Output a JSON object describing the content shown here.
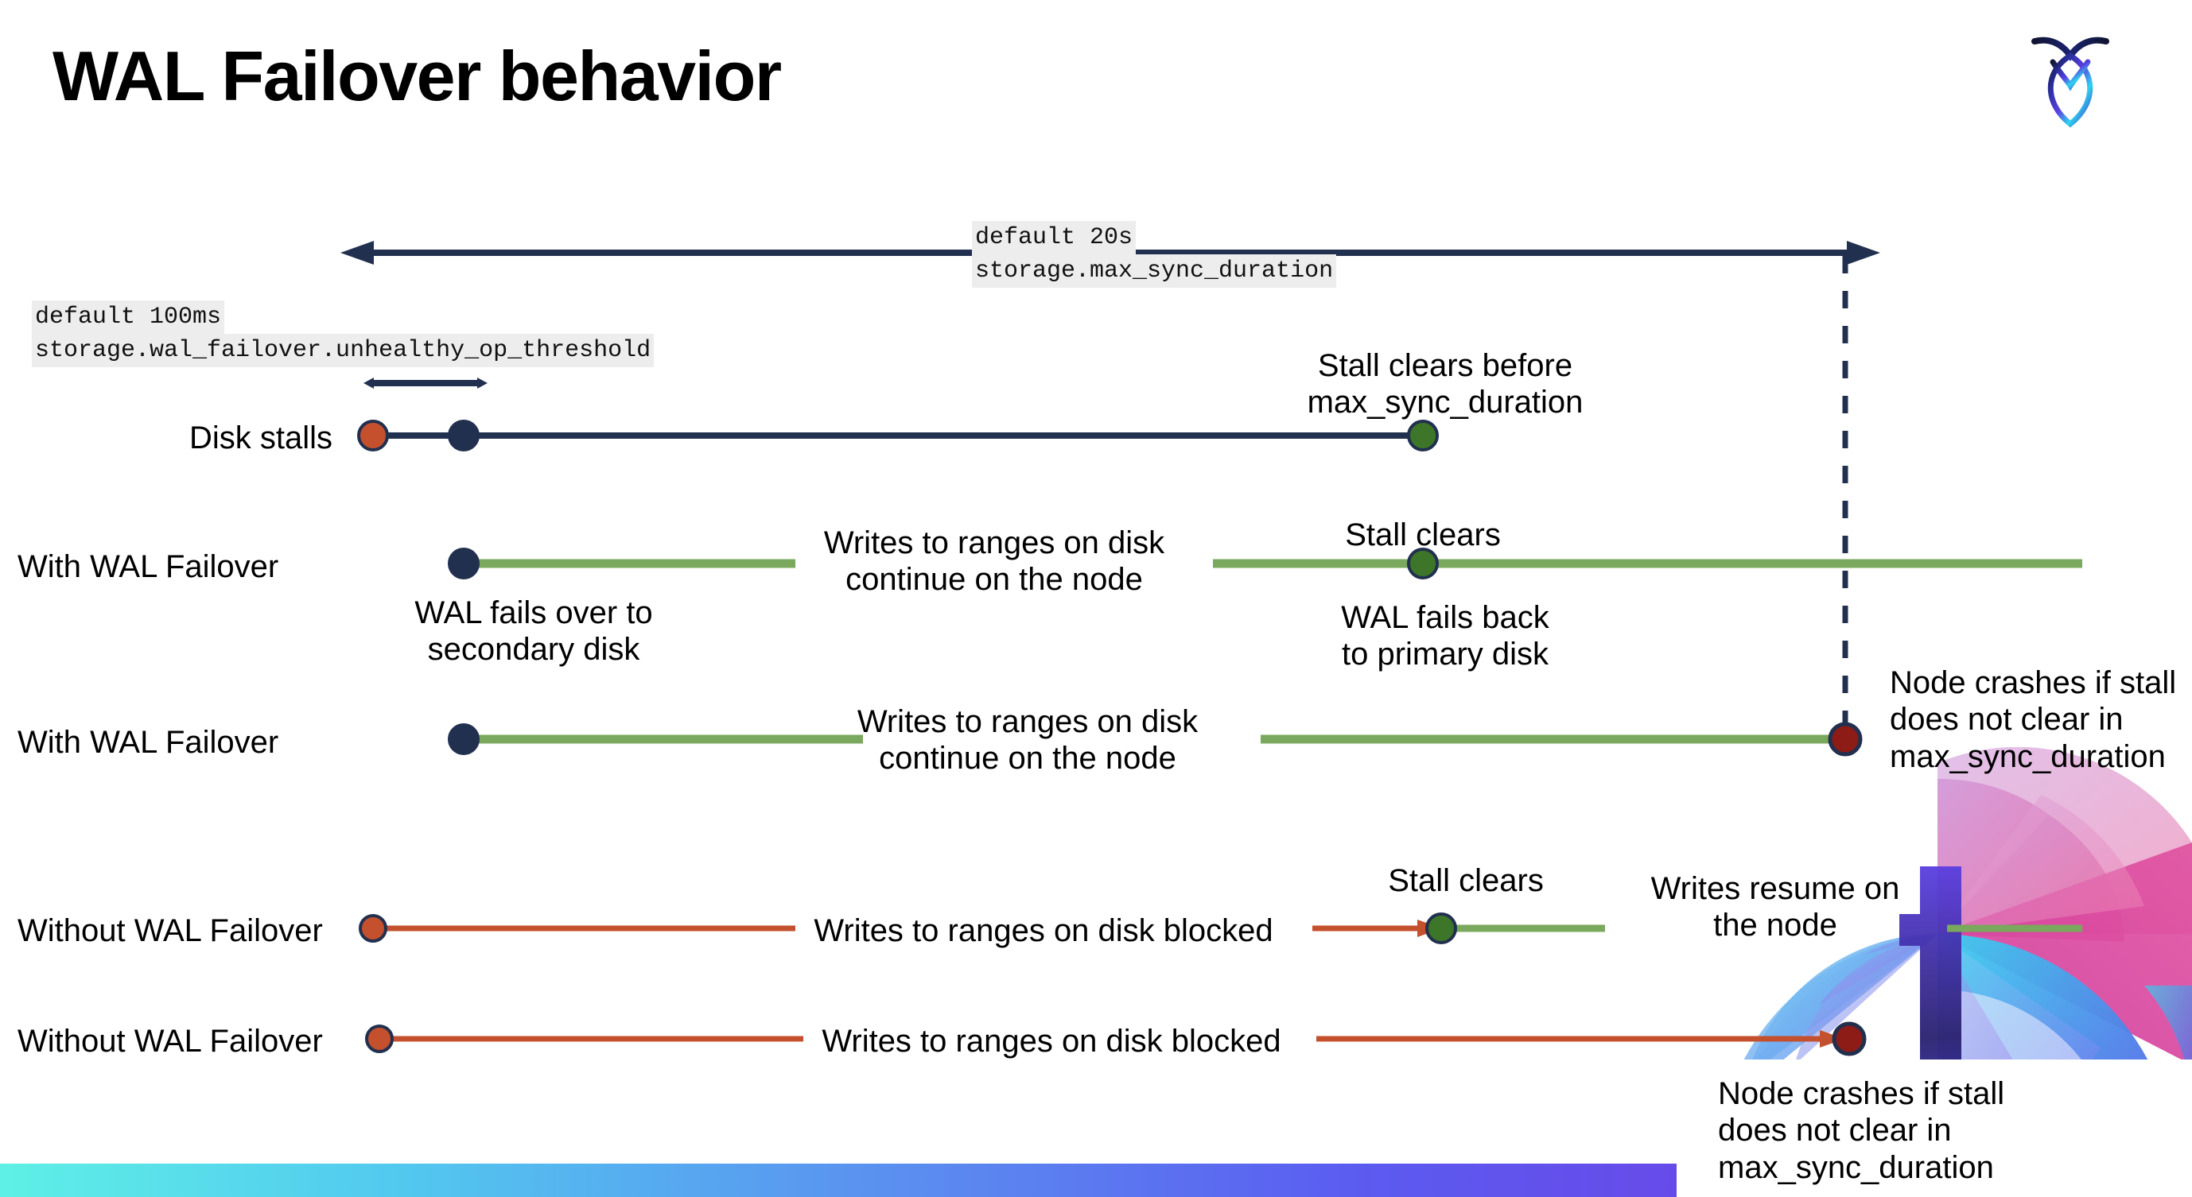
{
  "slide": {
    "title": "WAL Failover behavior",
    "logo_icon": "cockroachdb-logo-icon"
  },
  "colors": {
    "navy": "#22304f",
    "orange": "#c4502e",
    "green_line": "#7aa85c",
    "green_dot": "#3d7628",
    "red_dot": "#8e1c16",
    "chip_bg": "#ededed",
    "bar_gradient_start": "#5ef0e6",
    "bar_gradient_end": "#7b3fe0"
  },
  "annotations": {
    "max_sync": {
      "default_label": "default 20s",
      "setting_label": "storage.max_sync_duration"
    },
    "unhealthy_op": {
      "default_label": "default 100ms",
      "setting_label": "storage.wal_failover.unhealthy_op_threshold"
    }
  },
  "rows": [
    {
      "id": "disk-stalls",
      "label": "Disk stalls",
      "callouts": [
        "Stall clears before\nmax_sync_duration"
      ]
    },
    {
      "id": "with-wal-failover-1",
      "label": "With WAL Failover",
      "callouts": [
        "WAL fails over to\nsecondary disk",
        "Writes to ranges on disk\ncontinue on the node",
        "Stall clears",
        "WAL fails  back\nto primary disk"
      ]
    },
    {
      "id": "with-wal-failover-2",
      "label": "With WAL Failover",
      "callouts": [
        "Writes to ranges on disk\ncontinue on the node",
        "Node crashes if stall\ndoes not clear in\nmax_sync_duration"
      ]
    },
    {
      "id": "without-wal-failover-1",
      "label": "Without WAL Failover",
      "callouts": [
        "Writes to ranges on disk  blocked",
        "Stall clears",
        "Writes resume on\nthe node"
      ]
    },
    {
      "id": "without-wal-failover-2",
      "label": "Without WAL Failover",
      "callouts": [
        "Writes to ranges on disk  blocked",
        "Node crashes if stall\ndoes not clear in\nmax_sync_duration"
      ]
    }
  ],
  "text": {
    "disk_stalls_label": "Disk stalls",
    "with_wal_1_label": "With WAL Failover",
    "with_wal_2_label": "With WAL Failover",
    "without_wal_1_label": "Without WAL Failover",
    "without_wal_2_label": "Without WAL Failover",
    "stall_clears_before_l1": "Stall clears before",
    "stall_clears_before_l2": "max_sync_duration",
    "wal_fails_over_l1": "WAL fails over to",
    "wal_fails_over_l2": "secondary disk",
    "writes_continue_a_l1": "Writes to ranges on disk",
    "writes_continue_a_l2": "continue on the node",
    "stall_clears_a": "Stall clears",
    "wal_fails_back_l1": "WAL fails  back",
    "wal_fails_back_l2": "to primary disk",
    "writes_continue_b_l1": "Writes to ranges on disk",
    "writes_continue_b_l2": "continue on the node",
    "node_crashes_a_l1": "Node crashes if stall",
    "node_crashes_a_l2": "does not clear in",
    "node_crashes_a_l3": "max_sync_duration",
    "writes_blocked_a": "Writes to ranges on disk  blocked",
    "stall_clears_b": "Stall clears",
    "writes_resume_l1": "Writes resume on",
    "writes_resume_l2": "the node",
    "writes_blocked_b": "Writes to ranges on disk  blocked",
    "node_crashes_b_l1": "Node crashes if stall",
    "node_crashes_b_l2": "does not clear in",
    "node_crashes_b_l3": "max_sync_duration"
  }
}
